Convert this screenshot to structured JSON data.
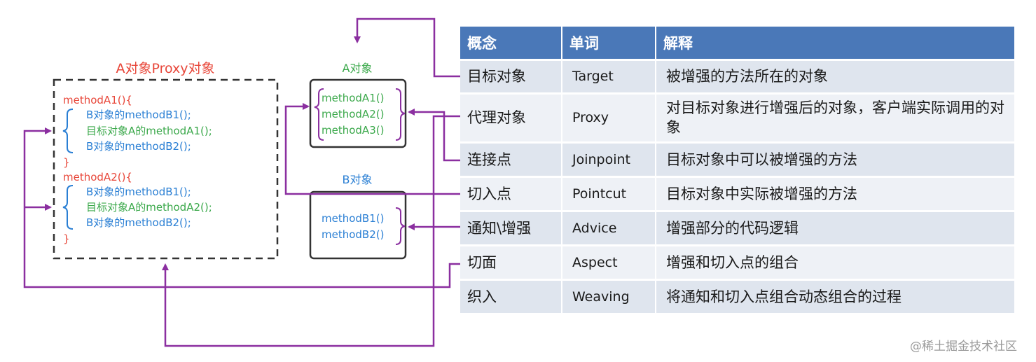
{
  "proxy": {
    "title": "A对象Proxy对象",
    "method_a1_open": "methodA1(){",
    "method_a1_lines": [
      "B对象的methodB1();",
      "目标对象A的methodA1();",
      "B对象的methodB2();"
    ],
    "close_brace": "}",
    "method_a2_open": "methodA2(){",
    "method_a2_lines": [
      "B对象的methodB1();",
      "目标对象A的methodA2();",
      "B对象的methodB2();"
    ]
  },
  "object_a": {
    "title": "A对象",
    "methods": [
      "methodA1()",
      "methodA2()",
      "methodA3()"
    ]
  },
  "object_b": {
    "title": "B对象",
    "methods": [
      "methodB1()",
      "methodB2()"
    ]
  },
  "table": {
    "headers": [
      "概念",
      "单词",
      "解释"
    ],
    "rows": [
      {
        "concept": "目标对象",
        "word": "Target",
        "desc": "被增强的方法所在的对象"
      },
      {
        "concept": "代理对象",
        "word": "Proxy",
        "desc": "对目标对象进行增强后的对象，客户端实际调用的对象"
      },
      {
        "concept": "连接点",
        "word": "Joinpoint",
        "desc": "目标对象中可以被增强的方法"
      },
      {
        "concept": "切入点",
        "word": "Pointcut",
        "desc": "目标对象中实际被增强的方法"
      },
      {
        "concept": "通知\\增强",
        "word": "Advice",
        "desc": "增强部分的代码逻辑"
      },
      {
        "concept": "切面",
        "word": "Aspect",
        "desc": "增强和切入点的组合"
      },
      {
        "concept": "织入",
        "word": "Weaving",
        "desc": "将通知和切入点组合动态组合的过程"
      }
    ]
  },
  "watermark": "@稀土掘金技术社区",
  "colors": {
    "red": "#e8473a",
    "blue": "#2a7fd4",
    "green": "#3aa84a",
    "purple": "#8b2fa0",
    "header_blue": "#4a78b8",
    "row_odd": "#dfe5ee",
    "row_even": "#eef1f6"
  }
}
